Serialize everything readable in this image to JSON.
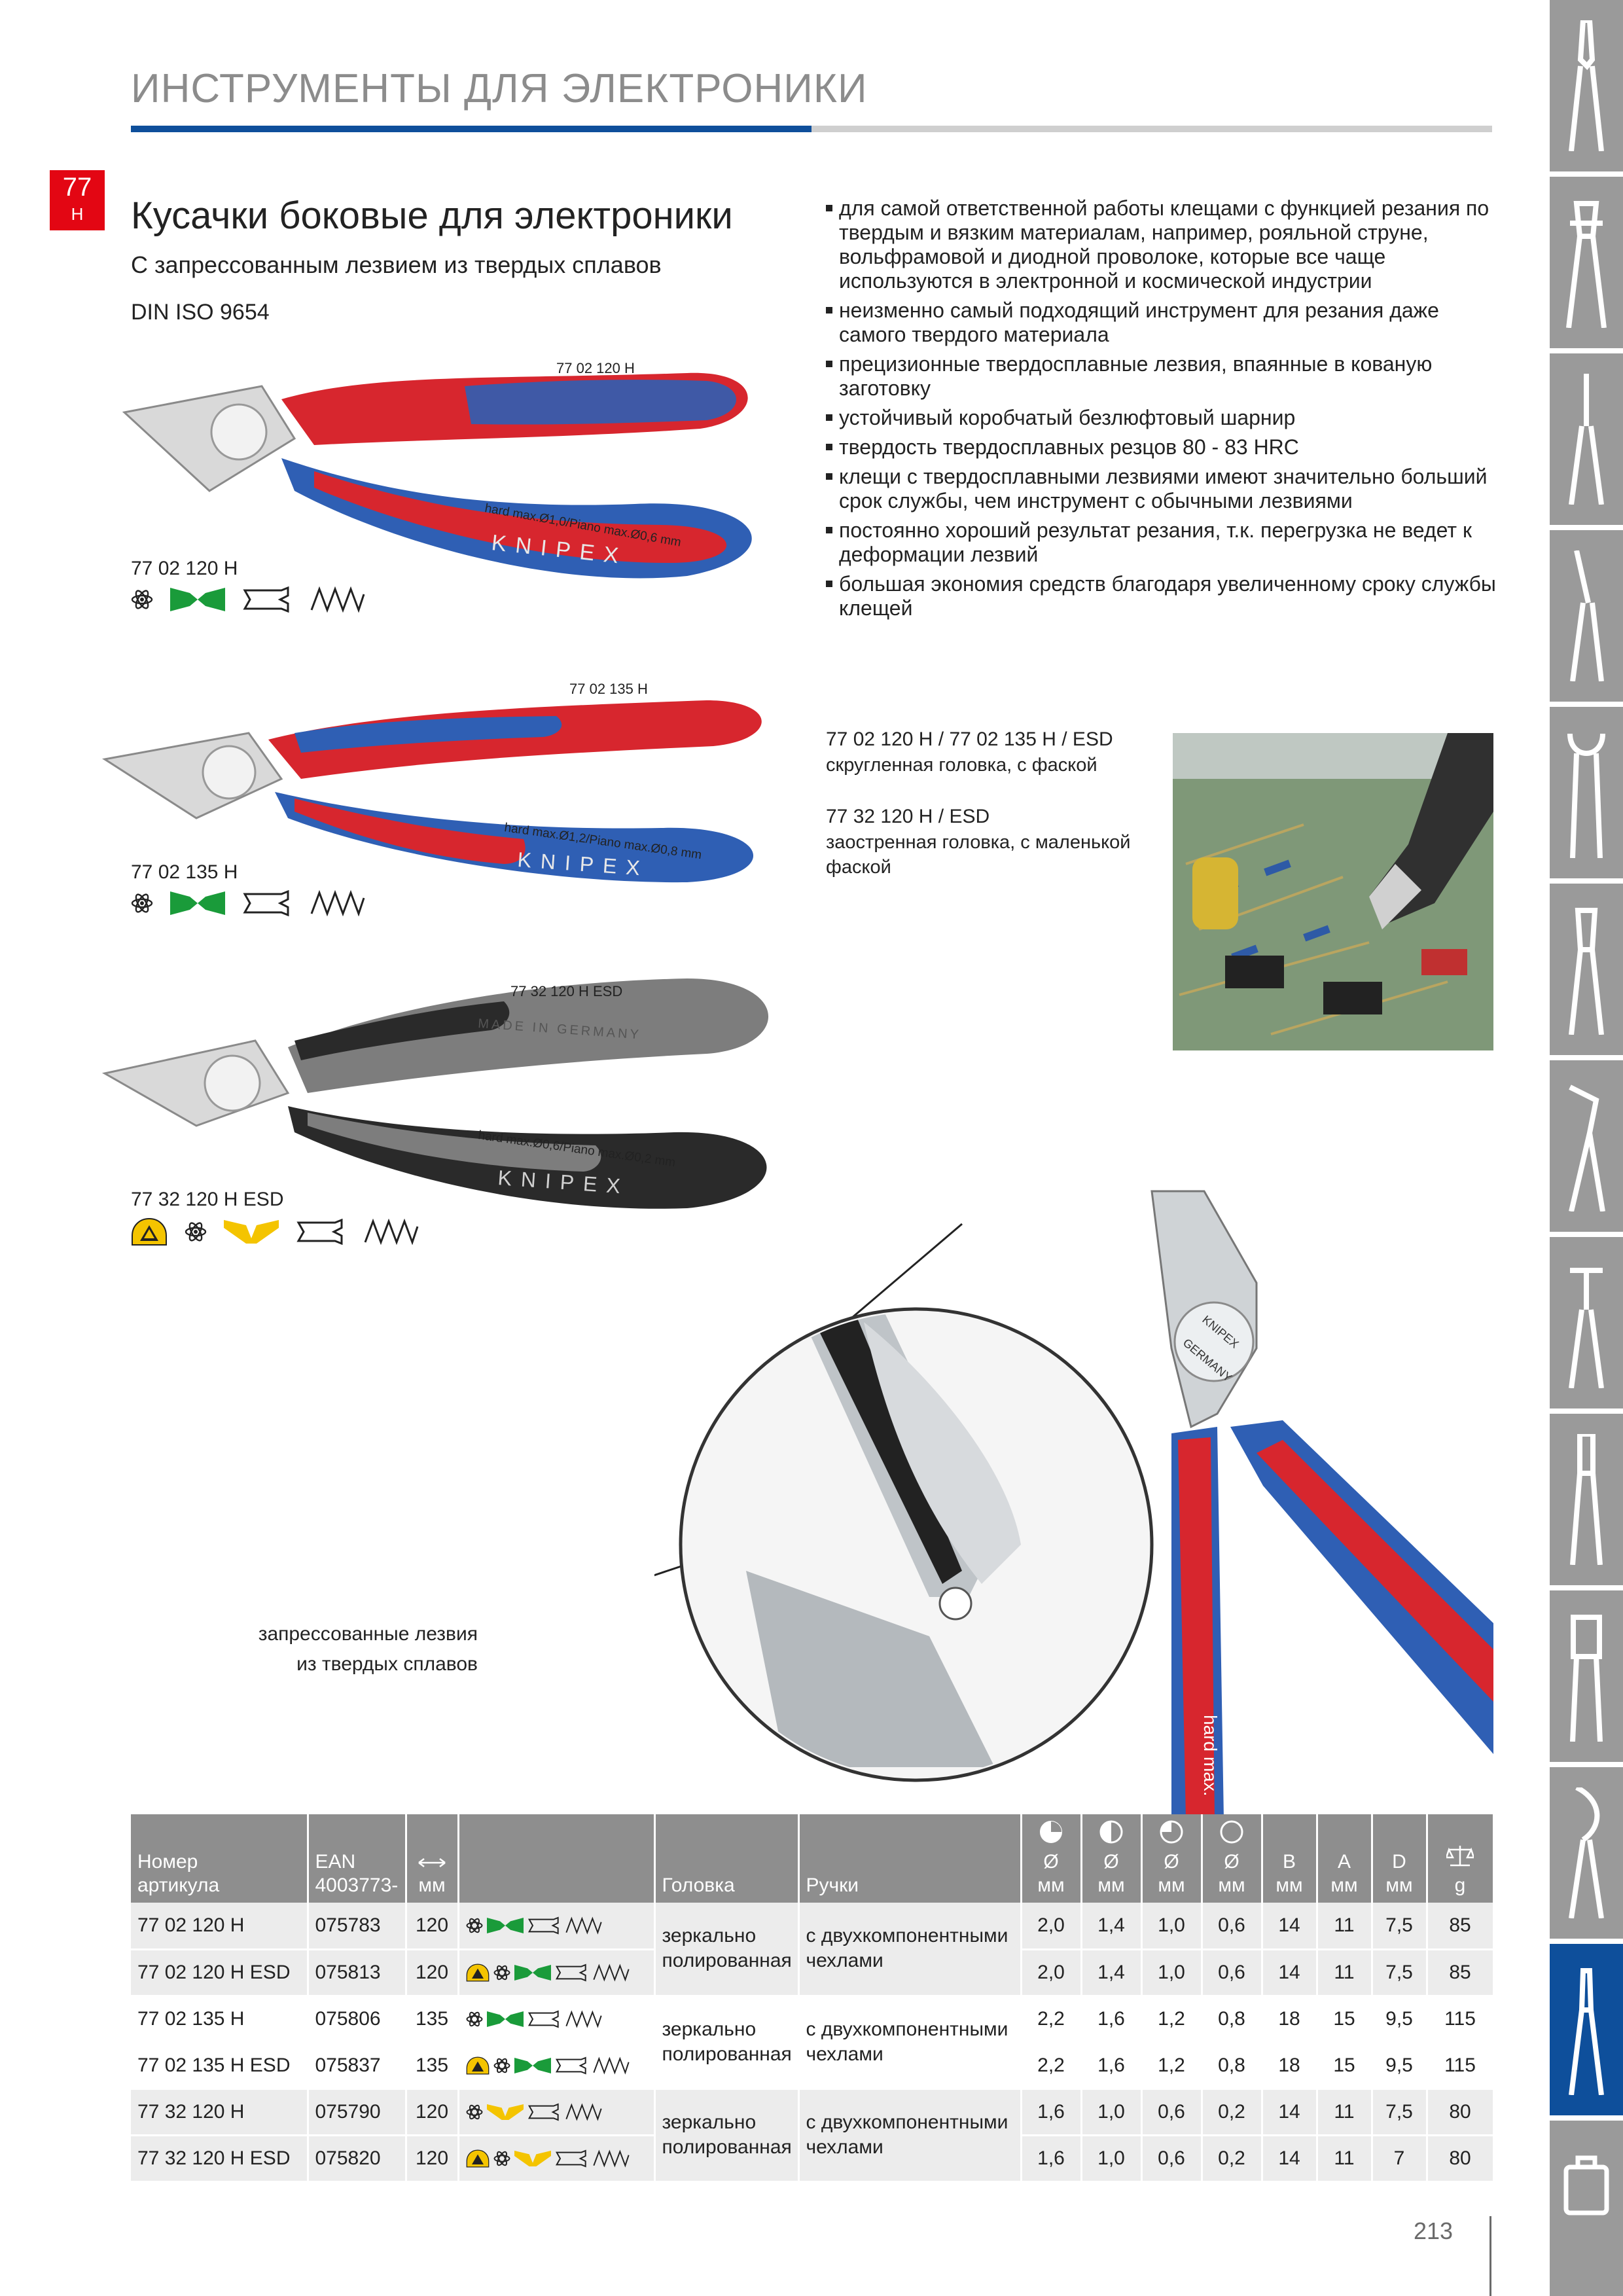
{
  "header": {
    "title": "ИНСТРУМЕНТЫ ДЛЯ ЭЛЕКТРОНИКИ"
  },
  "chapter": {
    "number": "77",
    "sub": "H"
  },
  "product": {
    "title": "Кусачки боковые для электроники",
    "subtitle": "С запрессованным лезвием из твердых сплавов",
    "standard": "DIN ISO 9654"
  },
  "features": [
    "для самой ответственной работы  клещами с функцией резания по твердым и вязким материалам, например, рояльной струне, вольфрамовой и диодной проволоке, которые все чаще используются в электронной и космической индустрии",
    "неизменно самый подходящий инструмент для резания даже самого твердого материала",
    "прецизионные твердосплавные лезвия, впаянные в кованую заготовку",
    "устойчивый коробчатый безлюфтовый шарнир",
    "твердость твердосплавных резцов 80 - 83 HRC",
    "клещи с твердосплавными лезвиями имеют значительно больший срок службы, чем инструмент с обычными лезвиями",
    "постоянно хороший результат резания, т.к. перегрузка не ведет к деформации лезвий",
    "большая экономия средств благодаря увеличенному сроку службы клещей"
  ],
  "products": [
    {
      "label": "77 02 120 H",
      "handle_text": "77 02 120 H",
      "engraving": "hard max.Ø1,0/Piano max.Ø0,6 mm",
      "brand": "KNIPEX",
      "handle_color_a": "#d7262e",
      "handle_color_b": "#2f5fb4"
    },
    {
      "label": "77 02 135 H",
      "handle_text": "77 02 135 H",
      "engraving": "hard max.Ø1,2/Piano max.Ø0,8 mm",
      "brand": "KNIPEX",
      "handle_color_a": "#d7262e",
      "handle_color_b": "#2f5fb4"
    },
    {
      "label": "77 32 120 H ESD",
      "handle_text": "77 32 120 H ESD",
      "engraving": "hard max.Ø0,6/Piano max.Ø0,2 mm",
      "brand": "KNIPEX",
      "made": "MADE IN GERMANY",
      "handle_color_a": "#7d7d7d",
      "handle_color_b": "#2a2a2a"
    }
  ],
  "head_notes": [
    {
      "code": "77 02 120 H / 77 02 135 H / ESD",
      "desc": "скругленная головка, с фаской"
    },
    {
      "code": "77 32 120 H / ESD",
      "desc": "заостренная головка, с маленькой фаской"
    }
  ],
  "detail": {
    "callout_line1": "запрессованные лезвия",
    "callout_line2": "из твердых сплавов",
    "hinge_brand": "KNIPEX",
    "hinge_origin": "GERMANY",
    "handle_engraving": "hard max."
  },
  "table": {
    "headers": {
      "article_line1": "Номер",
      "article_line2": "артикула",
      "ean_line1": "EAN",
      "ean_line2": "4003773-",
      "length_unit": "мм",
      "head": "Головка",
      "handles": "Ручки",
      "d_mm": "Ø мм",
      "b": "B",
      "a": "A",
      "d": "D",
      "mm": "мм",
      "g": "g"
    },
    "groups": [
      {
        "head": "зеркально полированная",
        "handles": "с двухкомпонентными чехлами",
        "rows": [
          {
            "article": "77 02 120 H",
            "ean": "075783",
            "length": "120",
            "esd": false,
            "blade": "green",
            "d1": "2,0",
            "d2": "1,4",
            "d3": "1,0",
            "d4": "0,6",
            "b": "14",
            "a": "11",
            "d": "7,5",
            "g": "85"
          },
          {
            "article": "77 02 120 H ESD",
            "ean": "075813",
            "length": "120",
            "esd": true,
            "blade": "green",
            "d1": "2,0",
            "d2": "1,4",
            "d3": "1,0",
            "d4": "0,6",
            "b": "14",
            "a": "11",
            "d": "7,5",
            "g": "85"
          }
        ]
      },
      {
        "head": "зеркально полированная",
        "handles": "с двухкомпонентными чехлами",
        "rows": [
          {
            "article": "77 02 135 H",
            "ean": "075806",
            "length": "135",
            "esd": false,
            "blade": "green",
            "d1": "2,2",
            "d2": "1,6",
            "d3": "1,2",
            "d4": "0,8",
            "b": "18",
            "a": "15",
            "d": "9,5",
            "g": "115"
          },
          {
            "article": "77 02 135 H ESD",
            "ean": "075837",
            "length": "135",
            "esd": true,
            "blade": "green",
            "d1": "2,2",
            "d2": "1,6",
            "d3": "1,2",
            "d4": "0,8",
            "b": "18",
            "a": "15",
            "d": "9,5",
            "g": "115"
          }
        ]
      },
      {
        "head": "зеркально полированная",
        "handles": "с двухкомпонентными чехлами",
        "rows": [
          {
            "article": "77 32 120 H",
            "ean": "075790",
            "length": "120",
            "esd": false,
            "blade": "yellow",
            "d1": "1,6",
            "d2": "1,0",
            "d3": "0,6",
            "d4": "0,2",
            "b": "14",
            "a": "11",
            "d": "7,5",
            "g": "80"
          },
          {
            "article": "77 32 120 H ESD",
            "ean": "075820",
            "length": "120",
            "esd": true,
            "blade": "yellow",
            "d1": "1,6",
            "d2": "1,0",
            "d3": "0,6",
            "d4": "0,2",
            "b": "14",
            "a": "11",
            "d": "7",
            "g": "80"
          }
        ]
      }
    ]
  },
  "page_number": "213",
  "colors": {
    "accent_blue": "#0e4f9b",
    "accent_red": "#e30613",
    "tab_grey": "#9a9a9a",
    "green_blade": "#1a9b3a",
    "yellow_blade": "#f4c400"
  }
}
